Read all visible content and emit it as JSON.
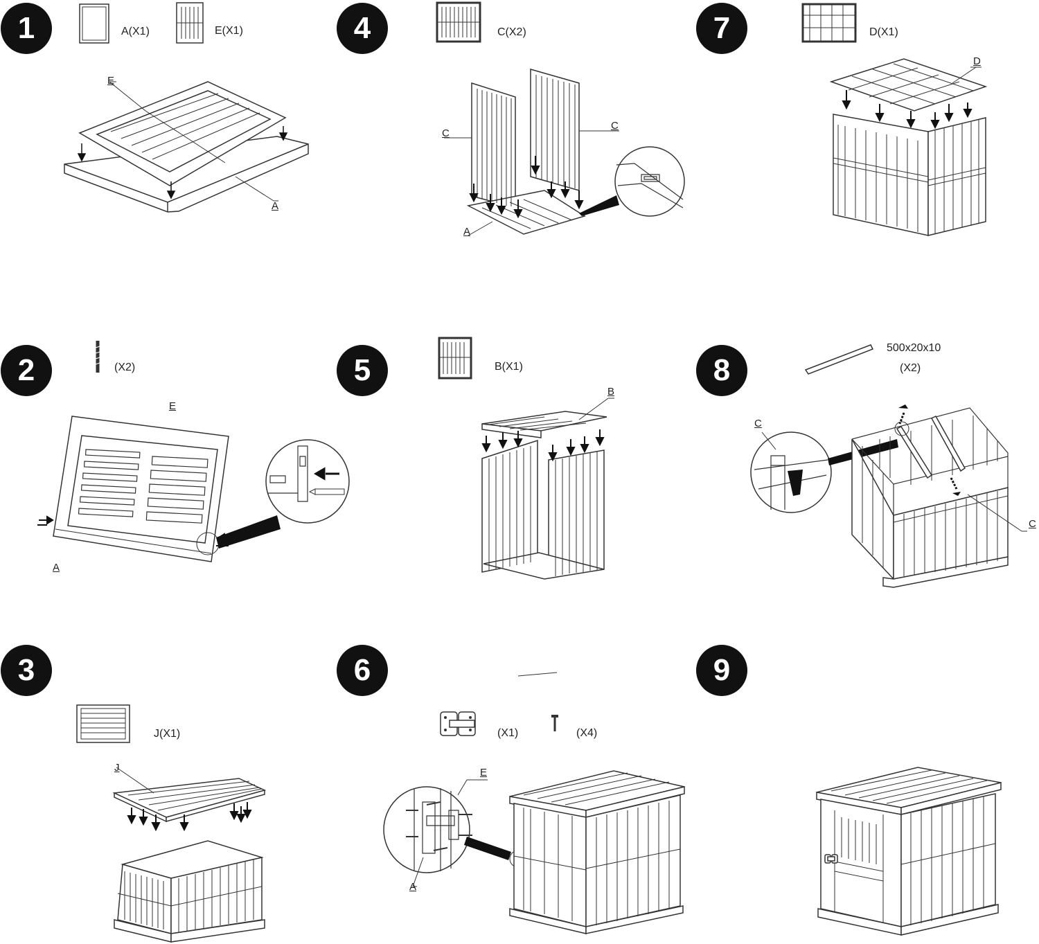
{
  "steps": [
    {
      "number": "1",
      "parts": [
        {
          "code": "A(X1)"
        },
        {
          "code": "E(X1)"
        }
      ],
      "callouts": [
        "E",
        "A"
      ]
    },
    {
      "number": "2",
      "parts": [
        {
          "code": "(X2)"
        }
      ],
      "callouts": [
        "E",
        "A"
      ]
    },
    {
      "number": "3",
      "parts": [
        {
          "code": "J(X1)"
        }
      ],
      "callouts": [
        "J"
      ]
    },
    {
      "number": "4",
      "parts": [
        {
          "code": "C(X2)"
        }
      ],
      "callouts": [
        "C",
        "C",
        "A"
      ]
    },
    {
      "number": "5",
      "parts": [
        {
          "code": "B(X1)"
        }
      ],
      "callouts": [
        "B"
      ]
    },
    {
      "number": "6",
      "parts": [
        {
          "code": "(X1)"
        },
        {
          "code": "(X4)"
        }
      ],
      "callouts": [
        "E",
        "A"
      ]
    },
    {
      "number": "7",
      "parts": [
        {
          "code": "D(X1)"
        }
      ],
      "callouts": [
        "D"
      ]
    },
    {
      "number": "8",
      "parts": [
        {
          "code": "500x20x10"
        },
        {
          "code": "(X2)"
        }
      ],
      "callouts": [
        "C",
        "C"
      ]
    },
    {
      "number": "9",
      "parts": [],
      "callouts": []
    }
  ],
  "icons": [
    "panel-a-icon",
    "panel-e-icon",
    "screw-icon",
    "panel-j-icon",
    "panel-c-icon",
    "panel-b-icon",
    "latch-icon",
    "panel-d-icon",
    "rod-icon"
  ]
}
